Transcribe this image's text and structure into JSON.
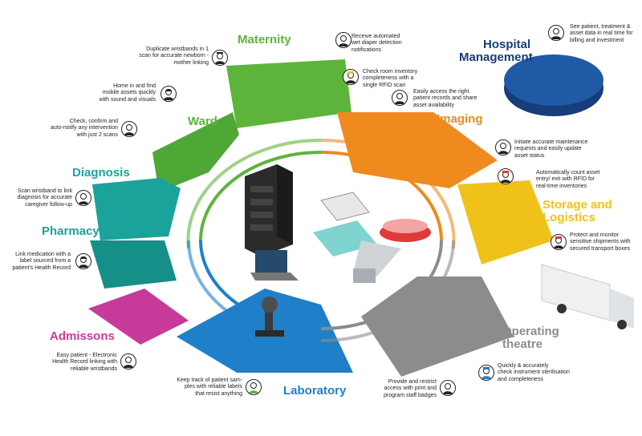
{
  "colors": {
    "maternity": "#5db43a",
    "ward": "#5db43a",
    "diagnosis": "#1aa39a",
    "pharmacy": "#1aa39a",
    "admissions": "#c63b9a",
    "laboratory": "#1f7fc9",
    "operating": "#8c8c8c",
    "storage": "#f0c219",
    "imaging": "#ef8a1f",
    "hospital": "#173d7a",
    "rfid_red": "#e03a3a"
  },
  "sections": {
    "maternity": "Maternity",
    "ward": "Ward",
    "diagnosis": "Diagnosis",
    "pharmacy": "Pharmacy",
    "admissions": "Admissons",
    "laboratory": "Laboratory",
    "operating": [
      "Operating",
      "theatre"
    ],
    "storage": [
      "Storage and",
      "Logistics"
    ],
    "imaging": "Imaging",
    "hospital": [
      "Hospital",
      "Management"
    ]
  },
  "notes": {
    "maternity_left": [
      "Duplicate wristbands in 1",
      "scan for accurate newborn -",
      "mother linking"
    ],
    "maternity_right1": [
      "Receive automated",
      "wet diaper detection",
      "notifications"
    ],
    "maternity_right2": [
      "Check room inventory",
      "completeness with a",
      "single RFID scan"
    ],
    "ward1": [
      "Home in and find",
      "mobile assets quickly",
      "with sound and visuals"
    ],
    "ward2": [
      "Check, confirm and",
      "auto-notify any intervention",
      "with just 2 scans"
    ],
    "diagnosis": [
      "Scan wristband to link",
      "diagnosis for accurate",
      "caregiver follow-up"
    ],
    "pharmacy": [
      "Link medication with a",
      "label sourced from a",
      "patient's Health Record"
    ],
    "admissions": [
      "Easy patient - Electronic",
      "Health Record linking with",
      "reliable wristbands"
    ],
    "laboratory": [
      "Keep track of patient sam-",
      "ples with reliable labels",
      "that resist anything"
    ],
    "operating_left": [
      "Provide and restrict",
      "access with print and",
      "program staff badges"
    ],
    "operating_right": [
      "Quickly & accurately",
      "check instrument sterilisation",
      "and completeness"
    ],
    "storage1": [
      "Automatically count asset",
      "entry/ exit with RFID for",
      "real-time inventories"
    ],
    "storage2": [
      "Protect and monitor",
      "sensitive shipments with",
      "secured transport boxes"
    ],
    "imaging1": [
      "Easily access the right",
      "patient records and share",
      "asset availability"
    ],
    "imaging2": [
      "Initiate accurate maintenance",
      "requests and easily update",
      "asset status"
    ],
    "hospital": [
      "See patient, treatment &",
      "asset data in real time for",
      "billing and investment"
    ]
  },
  "icons": [
    "person-avatar-icon",
    "rfid-reader-icon",
    "server-rack-icon",
    "rfid-tag-icon",
    "wristband-icon",
    "tablet-icon",
    "printer-icon",
    "truck-icon",
    "microscope-icon"
  ]
}
